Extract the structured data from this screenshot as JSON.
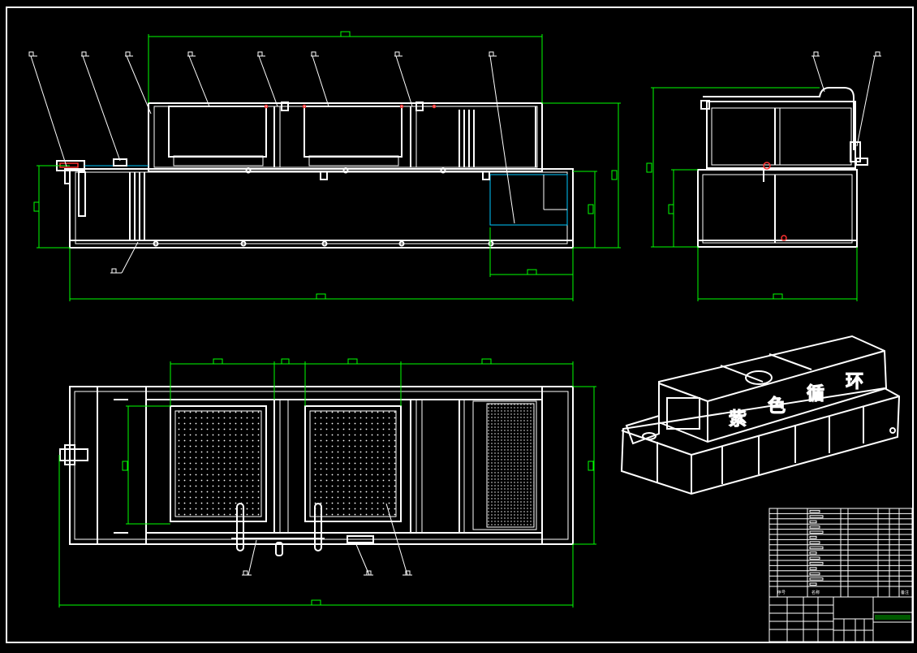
{
  "drawing": {
    "background": "#000000",
    "line_color": "#ffffff",
    "dimension_color": "#00ff00",
    "hidden_line_color": "#00c8ff",
    "marker_color": "#ff3030"
  },
  "isometric_view": {
    "panel_characters": [
      "紫",
      "色",
      "循",
      "环"
    ]
  },
  "title_block": {
    "header_left": "序号",
    "header_mid": "名称",
    "header_right": "备注"
  }
}
